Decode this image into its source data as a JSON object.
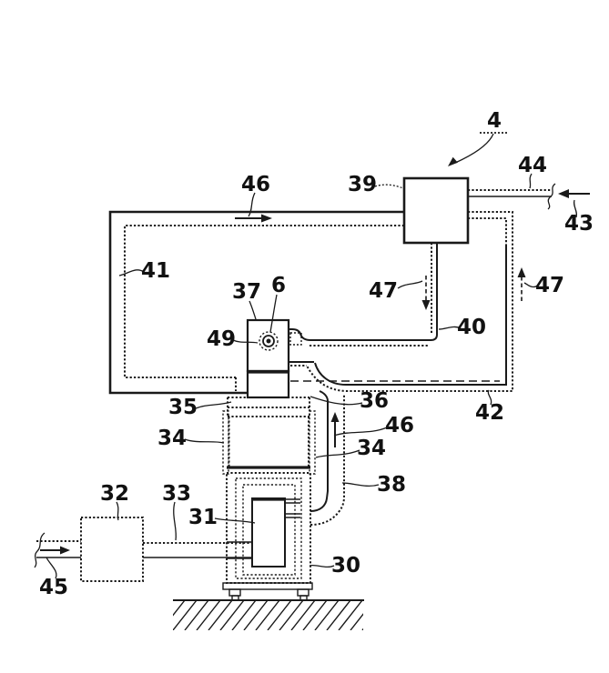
{
  "colors": {
    "line": "#1a1a1a",
    "background": "#ffffff"
  },
  "labels": [
    {
      "text": "4"
    },
    {
      "text": "44"
    },
    {
      "text": "43"
    },
    {
      "text": "39"
    },
    {
      "text": "46"
    },
    {
      "text": "41"
    },
    {
      "text": "47"
    },
    {
      "text": "47"
    },
    {
      "text": "40"
    },
    {
      "text": "37"
    },
    {
      "text": "6"
    },
    {
      "text": "49"
    },
    {
      "text": "36"
    },
    {
      "text": "42"
    },
    {
      "text": "46"
    },
    {
      "text": "34"
    },
    {
      "text": "35"
    },
    {
      "text": "34"
    },
    {
      "text": "38"
    },
    {
      "text": "32"
    },
    {
      "text": "33"
    },
    {
      "text": "31"
    },
    {
      "text": "30"
    },
    {
      "text": "45"
    }
  ]
}
